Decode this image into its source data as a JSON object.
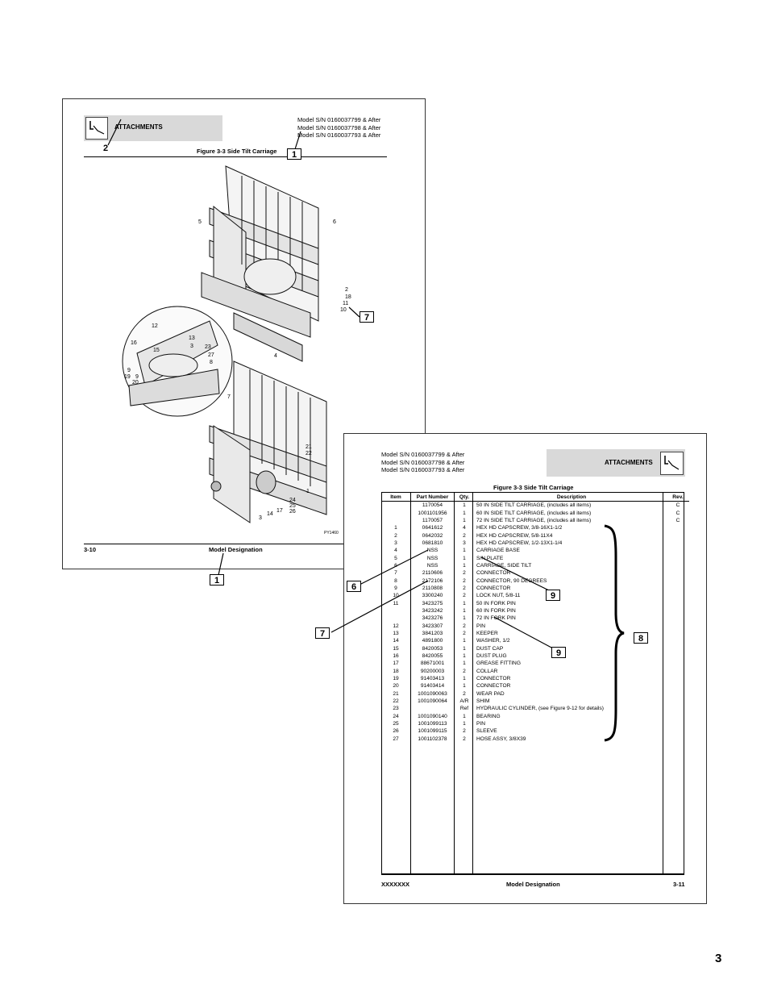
{
  "left_page": {
    "section": "ATTACHMENTS",
    "models": [
      "Model S/N 0160037799 & After",
      "Model S/N 0160037798 & After",
      "Model S/N 0160037793 & After"
    ],
    "figure_title": "Figure 3-3 Side Tilt Carriage",
    "page_number": "3-10",
    "footer_center": "Model Designation",
    "drawing_code": "PY1460",
    "part_callouts": [
      "5",
      "6",
      "2",
      "18",
      "11",
      "10",
      "4",
      "12",
      "13",
      "3",
      "16",
      "15",
      "23",
      "27",
      "8",
      "9",
      "19",
      "9",
      "20",
      "7",
      "21",
      "22",
      "1",
      "24",
      "25",
      "26",
      "17",
      "14",
      "3"
    ]
  },
  "right_page": {
    "section": "ATTACHMENTS",
    "models": [
      "Model S/N 0160037799 & After",
      "Model S/N 0160037798 & After",
      "Model S/N 0160037793 & After"
    ],
    "figure_title": "Figure 3-3 Side Tilt Carriage",
    "columns": [
      "Item",
      "Part Number",
      "Qty.",
      "Description",
      "Rev."
    ],
    "rows": [
      [
        "",
        "1170054",
        "1",
        "50 IN SIDE TILT CARRIAGE, (includes all items)",
        "C"
      ],
      [
        "",
        "1001101956",
        "1",
        "60 IN SIDE TILT CARRIAGE, (includes all items)",
        "C"
      ],
      [
        "",
        "1170057",
        "1",
        "72 IN SIDE TILT CARRIAGE, (includes all items)",
        "C"
      ],
      [
        "1",
        "0641612",
        "4",
        "HEX HD CAPSCREW, 3/8-16X1-1/2",
        ""
      ],
      [
        "2",
        "0642032",
        "2",
        "HEX HD CAPSCREW, 5/8-11X4",
        ""
      ],
      [
        "3",
        "0681810",
        "3",
        "HEX HD CAPSCREW, 1/2-13X1-1/4",
        ""
      ],
      [
        "4",
        "NSS",
        "1",
        "CARRIAGE BASE",
        ""
      ],
      [
        "5",
        "NSS",
        "1",
        "S/N PLATE",
        ""
      ],
      [
        "6",
        "NSS",
        "1",
        "CARRIAGE, SIDE TILT",
        ""
      ],
      [
        "7",
        "2110606",
        "2",
        "CONNECTOR",
        ""
      ],
      [
        "8",
        "2172106",
        "2",
        "CONNECTOR, 90 DEGREES",
        ""
      ],
      [
        "9",
        "2110808",
        "2",
        "CONNECTOR",
        ""
      ],
      [
        "10",
        "3300240",
        "2",
        "LOCK NUT, 5/8-11",
        ""
      ],
      [
        "11",
        "3423275",
        "1",
        "50 IN FORK PIN",
        ""
      ],
      [
        "",
        "3423242",
        "1",
        "60 IN FORK PIN",
        ""
      ],
      [
        "",
        "3423276",
        "1",
        "72 IN FORK PIN",
        ""
      ],
      [
        "12",
        "3423307",
        "2",
        "PIN",
        ""
      ],
      [
        "13",
        "3841203",
        "2",
        "KEEPER",
        ""
      ],
      [
        "14",
        "4891800",
        "1",
        "WASHER, 1/2",
        ""
      ],
      [
        "15",
        "8420053",
        "1",
        "DUST CAP",
        ""
      ],
      [
        "16",
        "8420055",
        "1",
        "DUST PLUG",
        ""
      ],
      [
        "17",
        "88671001",
        "1",
        "GREASE FITTING",
        ""
      ],
      [
        "18",
        "90200003",
        "2",
        "COLLAR",
        ""
      ],
      [
        "19",
        "91403413",
        "1",
        "CONNECTOR",
        ""
      ],
      [
        "20",
        "91403414",
        "1",
        "CONNECTOR",
        ""
      ],
      [
        "21",
        "1001090063",
        "2",
        "WEAR PAD",
        ""
      ],
      [
        "22",
        "1001090064",
        "A/R",
        "SHIM",
        ""
      ],
      [
        "23",
        "",
        "Ref",
        "HYDRAULIC CYLINDER, (see Figure 9-12 for details)",
        ""
      ],
      [
        "24",
        "1001090140",
        "1",
        "BEARING",
        ""
      ],
      [
        "25",
        "1001099113",
        "1",
        "PIN",
        ""
      ],
      [
        "26",
        "1001099115",
        "2",
        "SLEEVE",
        ""
      ],
      [
        "27",
        "1001102378",
        "2",
        "HOSE ASSY, 3/8X39",
        ""
      ]
    ],
    "footer_left": "XXXXXXX",
    "footer_center": "Model Designation",
    "page_number": "3-11"
  },
  "annotation_callouts": {
    "c1_top": "1",
    "c2": "2",
    "c7_left": "7",
    "c1_bottom": "1",
    "c6": "6",
    "c7_bottom": "7",
    "c9_a": "9",
    "c9_b": "9",
    "c8": "8"
  },
  "document_page_number": "3"
}
